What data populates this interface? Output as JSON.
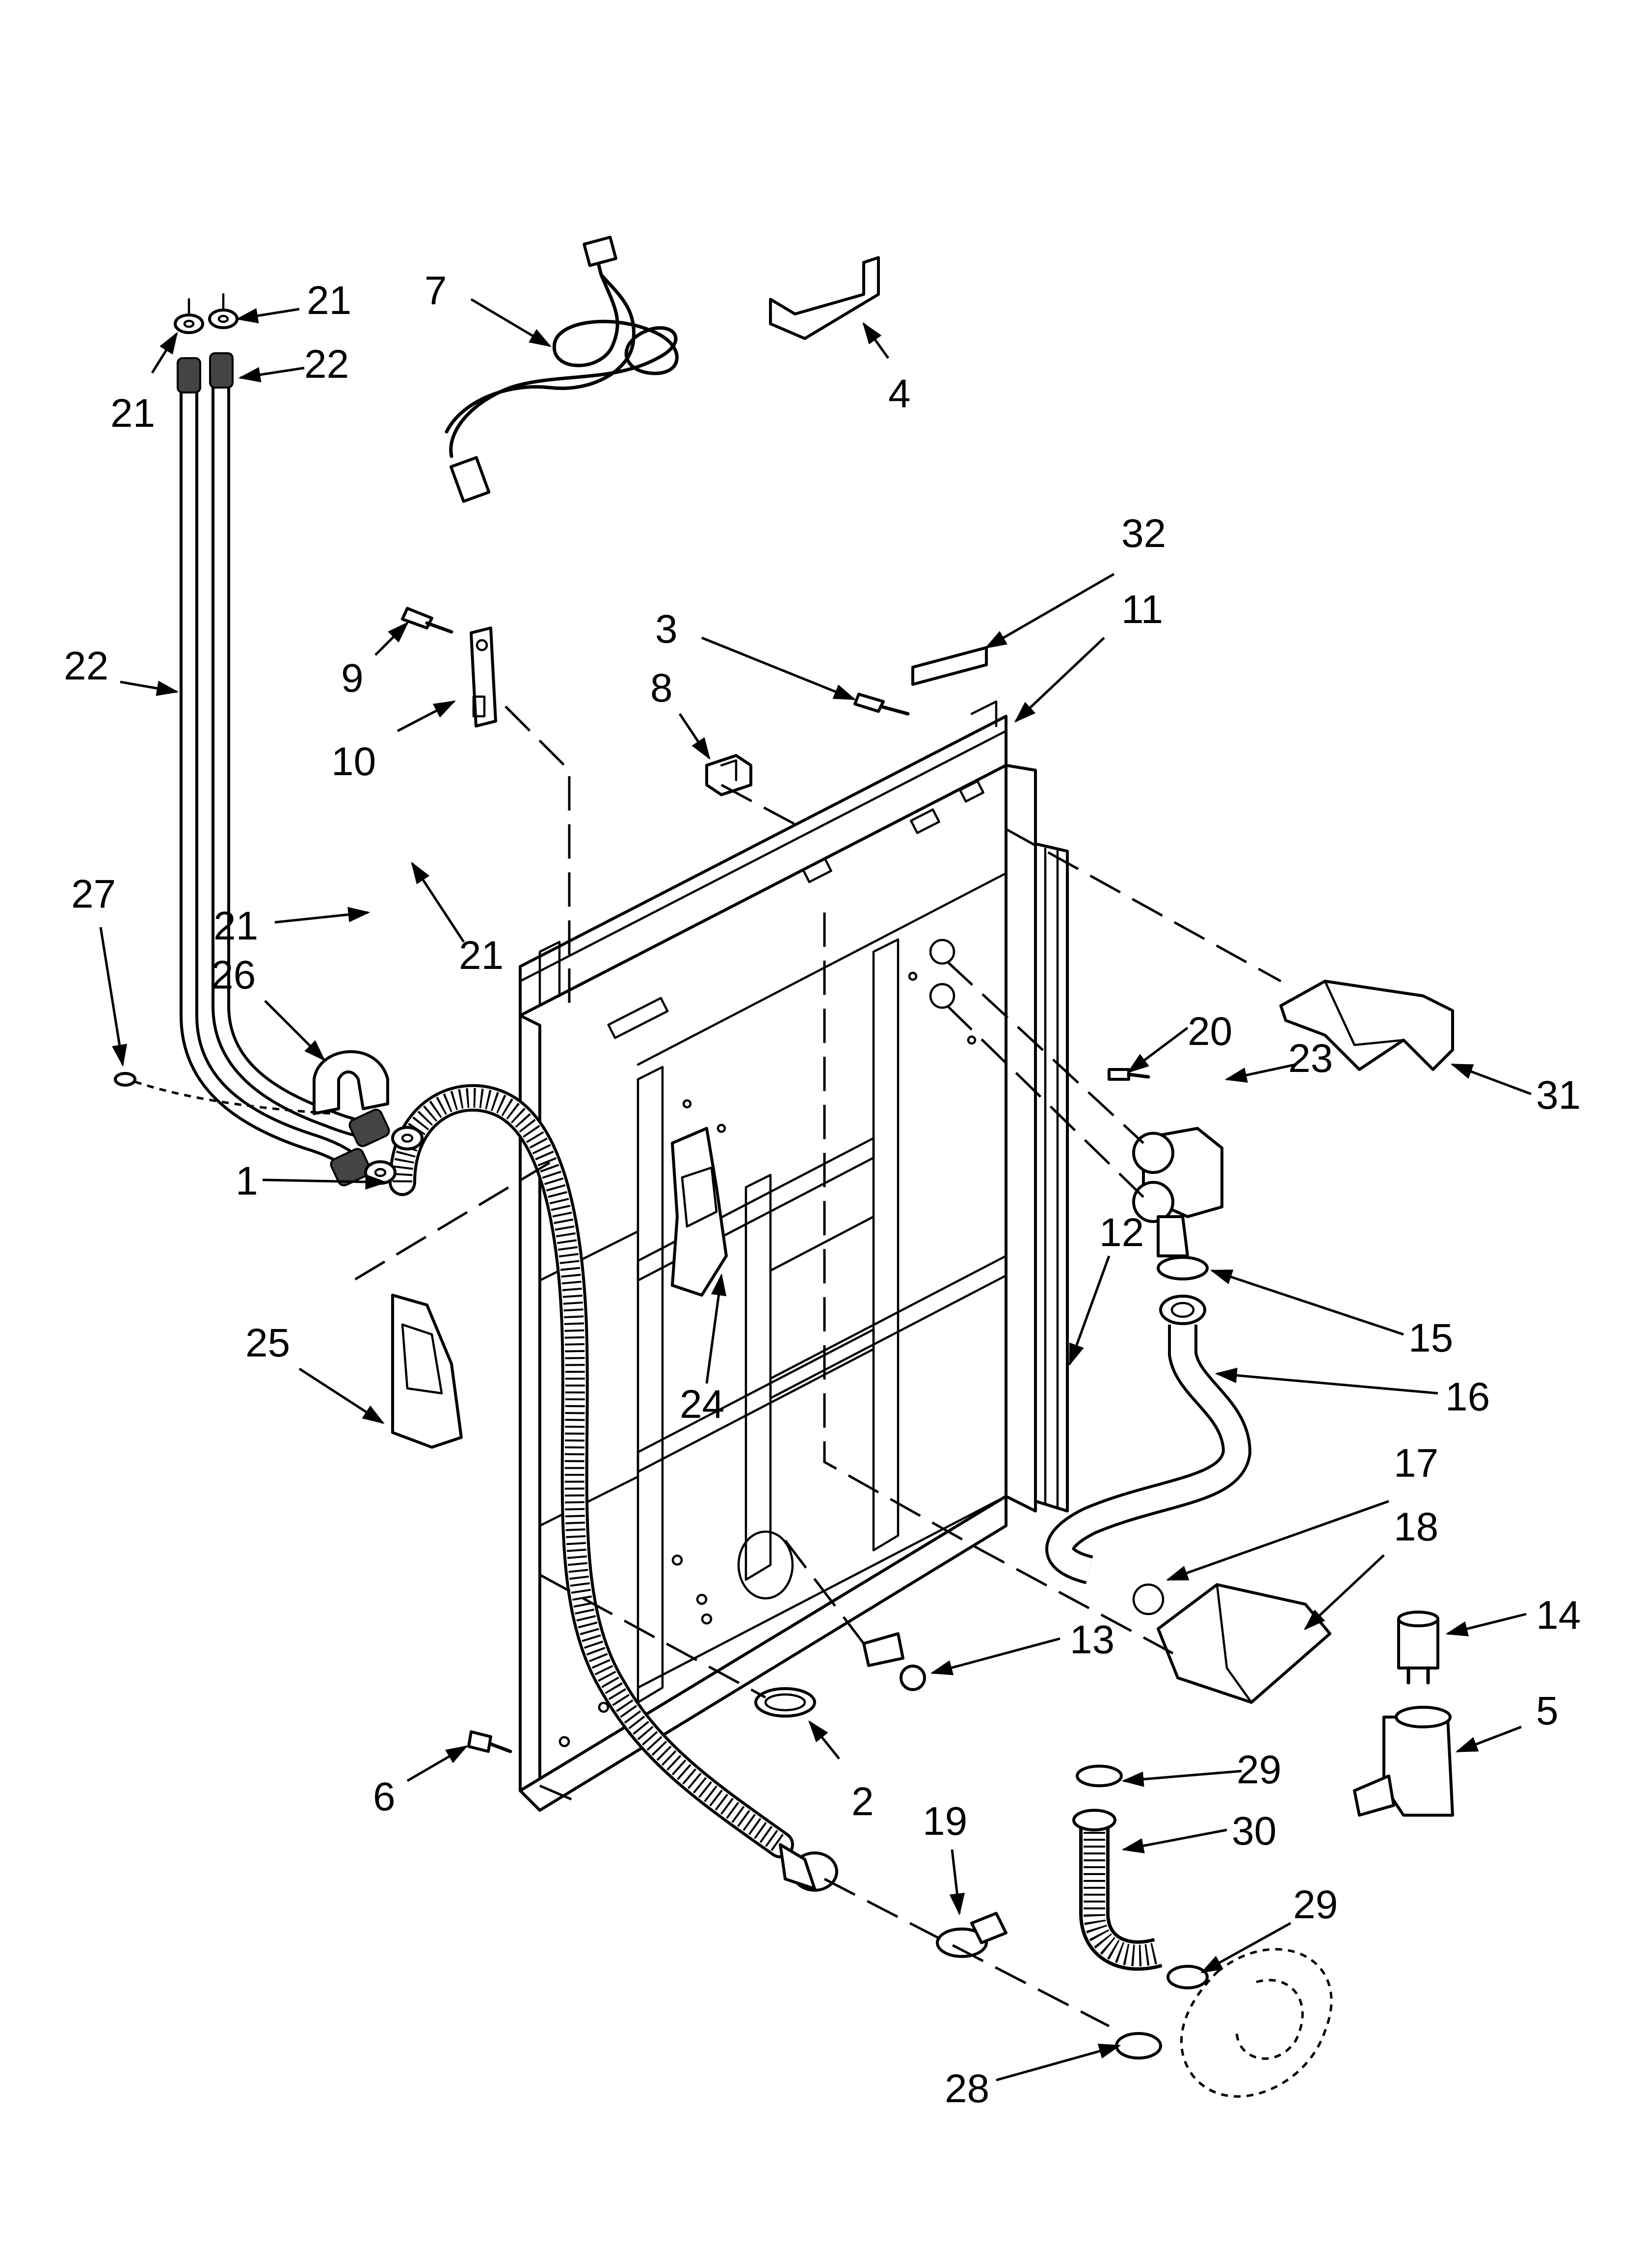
{
  "diagram": {
    "part_labels": [
      "1",
      "2",
      "3",
      "4",
      "5",
      "6",
      "7",
      "8",
      "9",
      "10",
      "11",
      "12",
      "13",
      "14",
      "15",
      "16",
      "17",
      "18",
      "19",
      "20",
      "21",
      "21",
      "21",
      "21",
      "22",
      "22",
      "23",
      "24",
      "25",
      "26",
      "27",
      "28",
      "29",
      "29",
      "30",
      "31",
      "32"
    ]
  }
}
